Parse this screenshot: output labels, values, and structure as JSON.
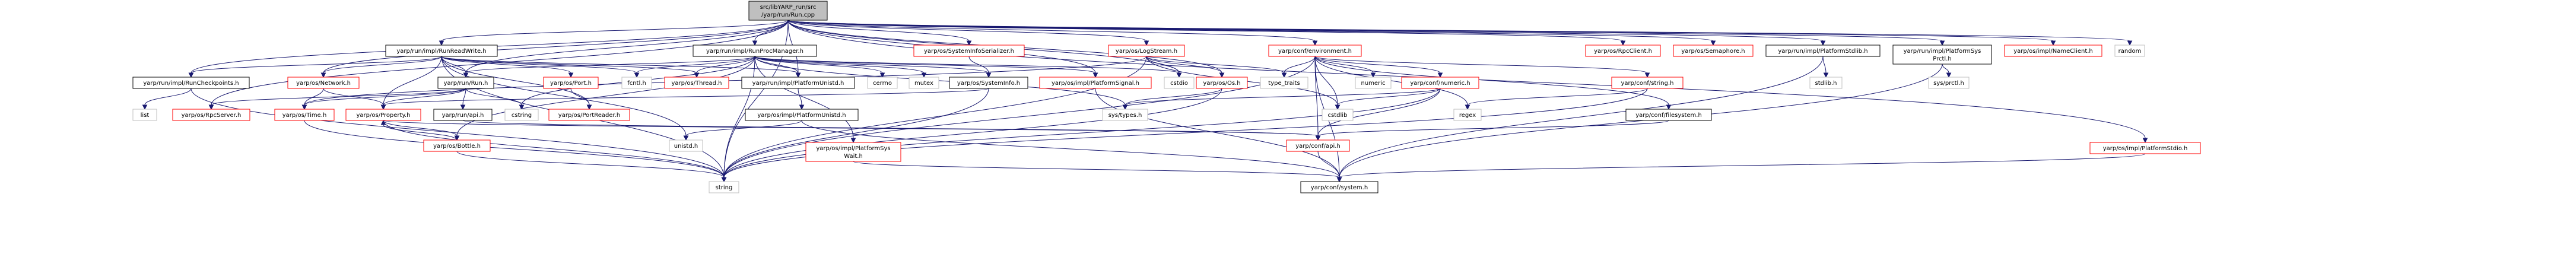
{
  "diagram": {
    "colors": {
      "edge": "#191970",
      "root_fill": "#bfbfbf",
      "node_fill": "#ffffff",
      "linked_border": "#ff0000",
      "plain_border": "#bfbfbf",
      "text": "#000000"
    },
    "nodes": [
      {
        "id": "root",
        "label": "src/libYARP_run/src\n/yarp/run/Run.cpp",
        "kind": "root"
      },
      {
        "id": "RunReadWrite",
        "label": "yarp/run/impl/RunReadWrite.h",
        "kind": "normal"
      },
      {
        "id": "RunProcManager",
        "label": "yarp/run/impl/RunProcManager.h",
        "kind": "normal"
      },
      {
        "id": "SystemInfoSerializer",
        "label": "yarp/os/SystemInfoSerializer.h",
        "kind": "linked"
      },
      {
        "id": "LogStream",
        "label": "yarp/os/LogStream.h",
        "kind": "linked"
      },
      {
        "id": "environment",
        "label": "yarp/conf/environment.h",
        "kind": "linked"
      },
      {
        "id": "RpcClient",
        "label": "yarp/os/RpcClient.h",
        "kind": "linked"
      },
      {
        "id": "Semaphore",
        "label": "yarp/os/Semaphore.h",
        "kind": "linked"
      },
      {
        "id": "PlatformStdlib",
        "label": "yarp/run/impl/PlatformStdlib.h",
        "kind": "normal"
      },
      {
        "id": "PlatformSysPrctl",
        "label": "yarp/run/impl/PlatformSys\nPrctl.h",
        "kind": "normal"
      },
      {
        "id": "NameClient",
        "label": "yarp/os/impl/NameClient.h",
        "kind": "linked"
      },
      {
        "id": "random",
        "label": "random",
        "kind": "plain"
      },
      {
        "id": "RunCheckpoints",
        "label": "yarp/run/impl/RunCheckpoints.h",
        "kind": "normal"
      },
      {
        "id": "Network",
        "label": "yarp/os/Network.h",
        "kind": "linked"
      },
      {
        "id": "RunH",
        "label": "yarp/run/Run.h",
        "kind": "normal"
      },
      {
        "id": "Port",
        "label": "yarp/os/Port.h",
        "kind": "linked"
      },
      {
        "id": "fcntl",
        "label": "fcntl.h",
        "kind": "plain"
      },
      {
        "id": "Thread",
        "label": "yarp/os/Thread.h",
        "kind": "linked"
      },
      {
        "id": "PlatformUnistd",
        "label": "yarp/run/impl/PlatformUnistd.h",
        "kind": "normal"
      },
      {
        "id": "cerrno",
        "label": "cerrno",
        "kind": "plain"
      },
      {
        "id": "mutex",
        "label": "mutex",
        "kind": "plain"
      },
      {
        "id": "SystemInfo",
        "label": "yarp/os/SystemInfo.h",
        "kind": "normal"
      },
      {
        "id": "PlatformSignal",
        "label": "yarp/os/impl/PlatformSignal.h",
        "kind": "linked"
      },
      {
        "id": "cstdio",
        "label": "cstdio",
        "kind": "plain"
      },
      {
        "id": "Os",
        "label": "yarp/os/Os.h",
        "kind": "linked"
      },
      {
        "id": "type_traits",
        "label": "type_traits",
        "kind": "plain"
      },
      {
        "id": "numeric",
        "label": "numeric",
        "kind": "plain"
      },
      {
        "id": "conf_numeric",
        "label": "yarp/conf/numeric.h",
        "kind": "linked"
      },
      {
        "id": "conf_string",
        "label": "yarp/conf/string.h",
        "kind": "linked"
      },
      {
        "id": "stdlib",
        "label": "stdlib.h",
        "kind": "plain"
      },
      {
        "id": "sysprctl",
        "label": "sys/prctl.h",
        "kind": "plain"
      },
      {
        "id": "list",
        "label": "list",
        "kind": "plain"
      },
      {
        "id": "RpcServer",
        "label": "yarp/os/RpcServer.h",
        "kind": "linked"
      },
      {
        "id": "Time",
        "label": "yarp/os/Time.h",
        "kind": "linked"
      },
      {
        "id": "Property",
        "label": "yarp/os/Property.h",
        "kind": "linked"
      },
      {
        "id": "runapi",
        "label": "yarp/run/api.h",
        "kind": "normal"
      },
      {
        "id": "cstring",
        "label": "cstring",
        "kind": "plain"
      },
      {
        "id": "PortReader",
        "label": "yarp/os/PortReader.h",
        "kind": "linked"
      },
      {
        "id": "OsPlatformUnistd",
        "label": "yarp/os/impl/PlatformUnistd.h",
        "kind": "normal"
      },
      {
        "id": "systypes",
        "label": "sys/types.h",
        "kind": "plain"
      },
      {
        "id": "cstdlib",
        "label": "cstdlib",
        "kind": "plain"
      },
      {
        "id": "regex",
        "label": "regex",
        "kind": "plain"
      },
      {
        "id": "filesystem",
        "label": "yarp/conf/filesystem.h",
        "kind": "normal"
      },
      {
        "id": "Bottle",
        "label": "yarp/os/Bottle.h",
        "kind": "linked"
      },
      {
        "id": "unistd",
        "label": "unistd.h",
        "kind": "plain"
      },
      {
        "id": "SysWait",
        "label": "yarp/os/impl/PlatformSys\nWait.h",
        "kind": "linked"
      },
      {
        "id": "confapi",
        "label": "yarp/conf/api.h",
        "kind": "linked"
      },
      {
        "id": "Stdio",
        "label": "yarp/os/impl/PlatformStdio.h",
        "kind": "linked"
      },
      {
        "id": "string",
        "label": "string",
        "kind": "plain"
      },
      {
        "id": "system",
        "label": "yarp/conf/system.h",
        "kind": "normal"
      }
    ],
    "edges": [
      [
        "root",
        "RunReadWrite"
      ],
      [
        "root",
        "RunProcManager"
      ],
      [
        "root",
        "SystemInfoSerializer"
      ],
      [
        "root",
        "LogStream"
      ],
      [
        "root",
        "environment"
      ],
      [
        "root",
        "RpcClient"
      ],
      [
        "root",
        "Semaphore"
      ],
      [
        "root",
        "PlatformStdlib"
      ],
      [
        "root",
        "PlatformSysPrctl"
      ],
      [
        "root",
        "NameClient"
      ],
      [
        "root",
        "random"
      ],
      [
        "root",
        "RunCheckpoints"
      ],
      [
        "root",
        "Network"
      ],
      [
        "root",
        "RunH"
      ],
      [
        "root",
        "PlatformUnistd"
      ],
      [
        "root",
        "PlatformSignal"
      ],
      [
        "root",
        "cstdio"
      ],
      [
        "root",
        "Os"
      ],
      [
        "root",
        "RpcServer"
      ],
      [
        "root",
        "Stdio"
      ],
      [
        "root",
        "string"
      ],
      [
        "RunReadWrite",
        "RunCheckpoints"
      ],
      [
        "RunReadWrite",
        "Network"
      ],
      [
        "RunReadWrite",
        "RunH"
      ],
      [
        "RunReadWrite",
        "Port"
      ],
      [
        "RunReadWrite",
        "fcntl"
      ],
      [
        "RunReadWrite",
        "Thread"
      ],
      [
        "RunReadWrite",
        "PlatformUnistd"
      ],
      [
        "RunReadWrite",
        "Property"
      ],
      [
        "RunReadWrite",
        "PortReader"
      ],
      [
        "RunReadWrite",
        "unistd"
      ],
      [
        "RunReadWrite",
        "string"
      ],
      [
        "RunProcManager",
        "RunH"
      ],
      [
        "RunProcManager",
        "fcntl"
      ],
      [
        "RunProcManager",
        "Thread"
      ],
      [
        "RunProcManager",
        "PlatformUnistd"
      ],
      [
        "RunProcManager",
        "cerrno"
      ],
      [
        "RunProcManager",
        "mutex"
      ],
      [
        "RunProcManager",
        "SystemInfo"
      ],
      [
        "RunProcManager",
        "PlatformSignal"
      ],
      [
        "RunProcManager",
        "cstdio"
      ],
      [
        "RunProcManager",
        "Bottle"
      ],
      [
        "RunProcManager",
        "SysWait"
      ],
      [
        "RunProcManager",
        "systypes"
      ],
      [
        "RunProcManager",
        "cstring"
      ],
      [
        "RunProcManager",
        "string"
      ],
      [
        "SystemInfoSerializer",
        "SystemInfo"
      ],
      [
        "LogStream",
        "cstdio"
      ],
      [
        "LogStream",
        "Os"
      ],
      [
        "LogStream",
        "type_traits"
      ],
      [
        "LogStream",
        "cstdlib"
      ],
      [
        "LogStream",
        "Time"
      ],
      [
        "LogStream",
        "string"
      ],
      [
        "environment",
        "type_traits"
      ],
      [
        "environment",
        "numeric"
      ],
      [
        "environment",
        "conf_numeric"
      ],
      [
        "environment",
        "conf_string"
      ],
      [
        "environment",
        "filesystem"
      ],
      [
        "environment",
        "confapi"
      ],
      [
        "environment",
        "regex"
      ],
      [
        "environment",
        "cstdlib"
      ],
      [
        "environment",
        "system"
      ],
      [
        "environment",
        "string"
      ],
      [
        "PlatformStdlib",
        "stdlib"
      ],
      [
        "PlatformStdlib",
        "system"
      ],
      [
        "PlatformSysPrctl",
        "sysprctl"
      ],
      [
        "PlatformSysPrctl",
        "system"
      ],
      [
        "RunCheckpoints",
        "list"
      ],
      [
        "RunCheckpoints",
        "string"
      ],
      [
        "Network",
        "Time"
      ],
      [
        "Network",
        "Property"
      ],
      [
        "RunH",
        "RpcServer"
      ],
      [
        "RunH",
        "Time"
      ],
      [
        "RunH",
        "Property"
      ],
      [
        "RunH",
        "runapi"
      ],
      [
        "RunH",
        "cstring"
      ],
      [
        "Port",
        "PortReader"
      ],
      [
        "PlatformUnistd",
        "OsPlatformUnistd"
      ],
      [
        "SystemInfo",
        "string"
      ],
      [
        "SystemInfo",
        "Property"
      ],
      [
        "PlatformSignal",
        "system"
      ],
      [
        "Os",
        "string"
      ],
      [
        "Os",
        "systypes"
      ],
      [
        "conf_numeric",
        "confapi"
      ],
      [
        "conf_numeric",
        "cstdlib"
      ],
      [
        "conf_numeric",
        "string"
      ],
      [
        "conf_numeric",
        "systypes"
      ],
      [
        "conf_string",
        "regex"
      ],
      [
        "conf_string",
        "string"
      ],
      [
        "Time",
        "string"
      ],
      [
        "Property",
        "Bottle"
      ],
      [
        "Property",
        "confapi"
      ],
      [
        "Property",
        "string"
      ],
      [
        "runapi",
        "confapi"
      ],
      [
        "OsPlatformUnistd",
        "unistd"
      ],
      [
        "OsPlatformUnistd",
        "system"
      ],
      [
        "filesystem",
        "confapi"
      ],
      [
        "Bottle",
        "Property"
      ],
      [
        "Bottle",
        "string"
      ],
      [
        "SysWait",
        "system"
      ],
      [
        "confapi",
        "system"
      ],
      [
        "Stdio",
        "system"
      ]
    ]
  }
}
